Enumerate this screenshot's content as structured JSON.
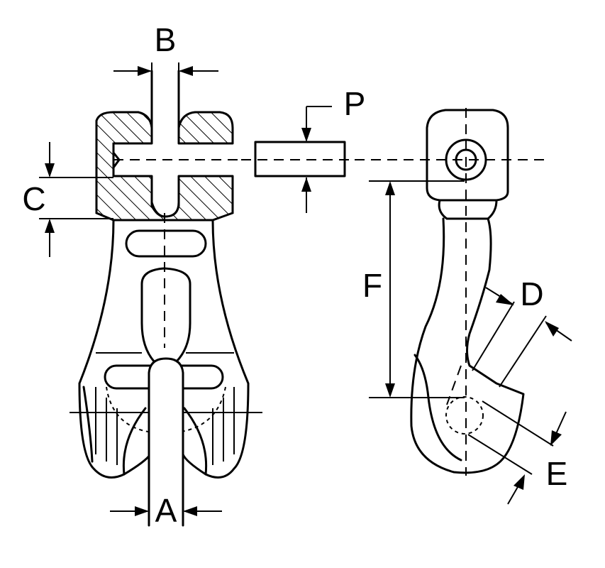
{
  "labels": {
    "a": "A",
    "b": "B",
    "c": "C",
    "d": "D",
    "e": "E",
    "f": "F",
    "p": "P"
  },
  "colors": {
    "line": "#000000",
    "background": "#ffffff"
  }
}
